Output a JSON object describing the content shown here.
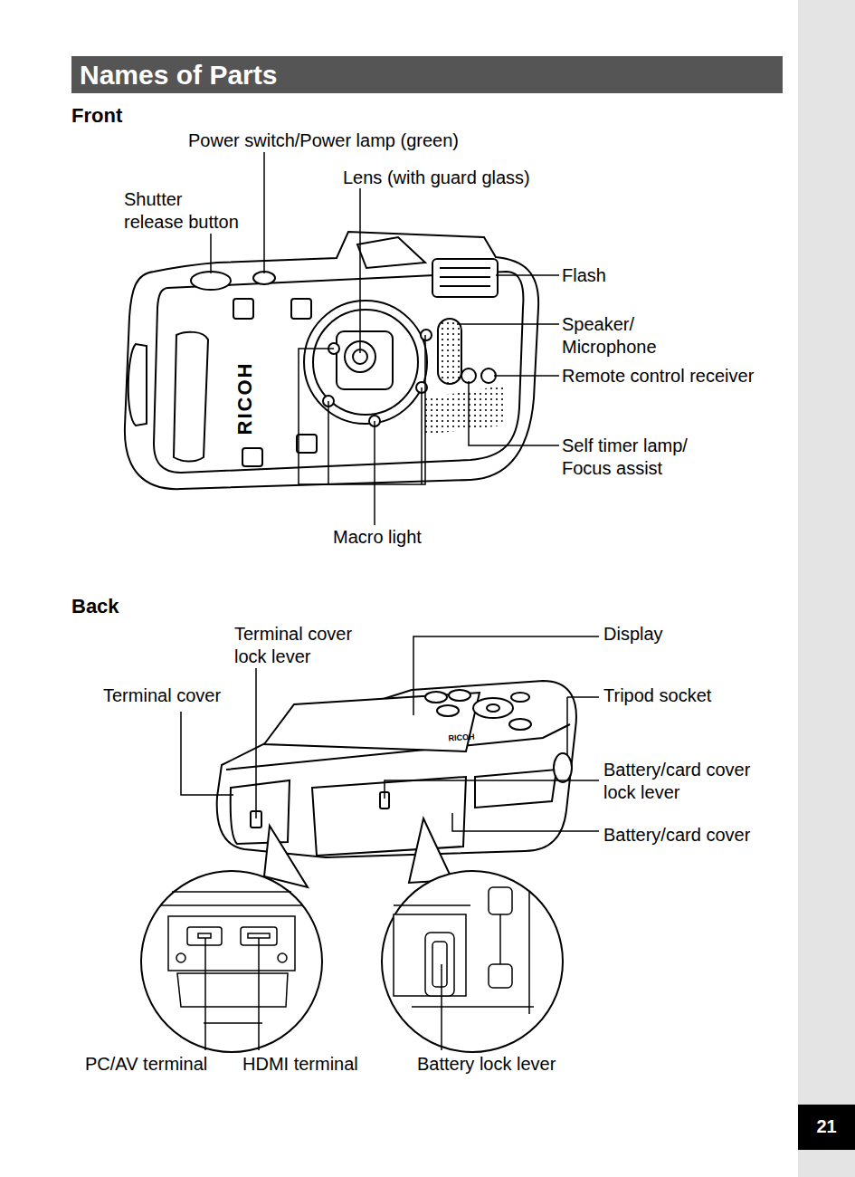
{
  "diagram": {
    "title": "Names of Parts",
    "labels": [
      "Front",
      "Power switch/Power lamp (green)",
      "Lens (with guard glass)",
      "Shutter release button",
      "Flash",
      "Speaker/ Microphone",
      "Remote control receiver",
      "Self timer lamp/ Focus assist",
      "RICOH",
      "Macro light",
      "Back",
      "Terminal cover lock lever",
      "Display",
      "Terminal cover",
      "Tripod socket",
      "Battery/card cover lock lever",
      "RICOH",
      "Battery/card cover",
      "PC/AV terminal",
      "HDMI terminal",
      "Battery lock lever",
      "21"
    ]
  }
}
